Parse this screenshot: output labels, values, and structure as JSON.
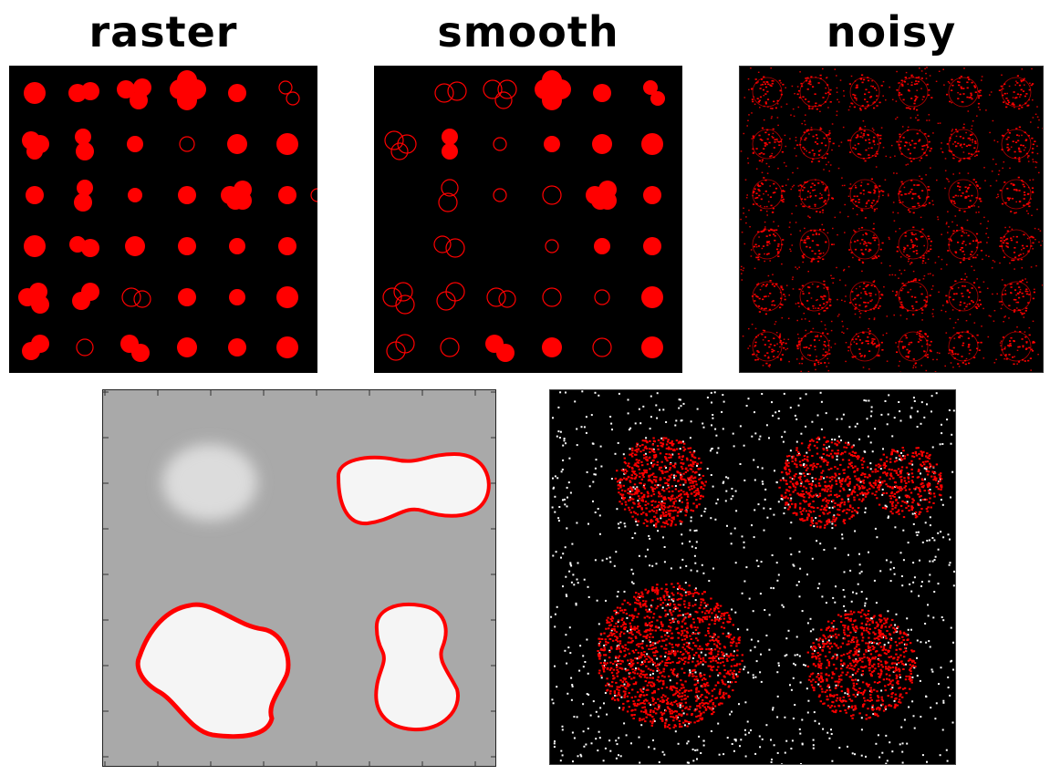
{
  "titles": {
    "raster": "raster",
    "smooth": "smooth",
    "noisy": "noisy"
  },
  "colors": {
    "blob_red": "#ff0000",
    "background_black": "#000000",
    "zoom_gray_background": "#a9a9a9",
    "zoom_blob_white": "#f5f5f5",
    "noise_white": "#ffffff"
  }
}
